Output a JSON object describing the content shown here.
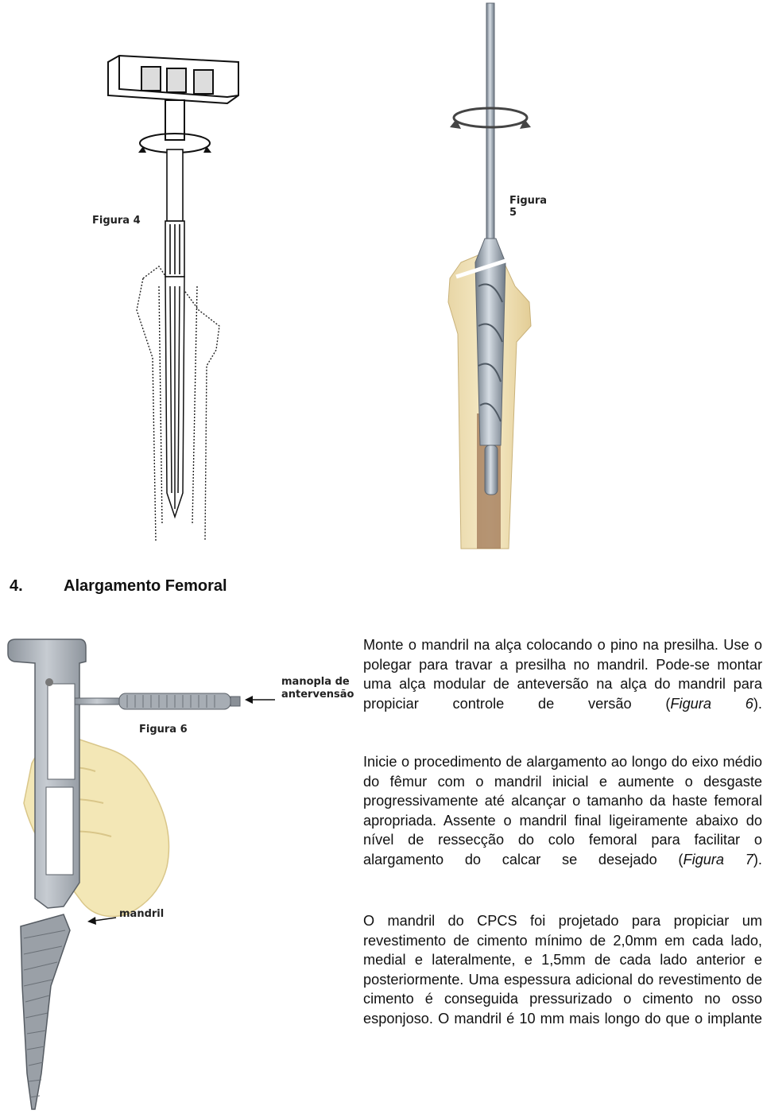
{
  "figures": {
    "figure4": {
      "label": "Figura 4"
    },
    "figure5": {
      "label": "Figura 5"
    },
    "figure6": {
      "label": "Figura 6",
      "callout_handle_line1": "manopla de",
      "callout_handle_line2": "antervensão",
      "callout_reamer": "mandril"
    }
  },
  "section": {
    "number": "4.",
    "title": "Alargamento Femoral"
  },
  "paragraphs": {
    "p1": {
      "text_before_ref": "Monte o mandril na alça colocando o pino na presilha. Use o polegar para travar a presilha no mandril. Pode-se montar uma alça modular de anteversão na alça do mandril para propiciar controle de versão (",
      "ref": "Figura 6",
      "text_after_ref": ")."
    },
    "p2": {
      "text_before_ref": "Inicie o procedimento de alargamento ao longo do eixo médio do fêmur com o mandril inicial e aumente o desgaste progressivamente até alcançar o tamanho da haste femoral apropriada. Assente o mandril final ligeiramente abaixo do nível de ressecção do colo femoral para facilitar o alargamento do calcar se desejado (",
      "ref": "Figura 7",
      "text_after_ref": ")."
    },
    "p3": {
      "text": "O mandril do CPCS foi projetado para propiciar um revestimento de cimento mínimo de 2,0mm em cada lado, medial e lateralmente, e 1,5mm de cada lado anterior e posteriormente. Uma espessura adicional do revestimento de cimento é conseguida pressurizado o cimento no osso esponjoso. O mandril é 10 mm mais longo do que o implante"
    }
  }
}
